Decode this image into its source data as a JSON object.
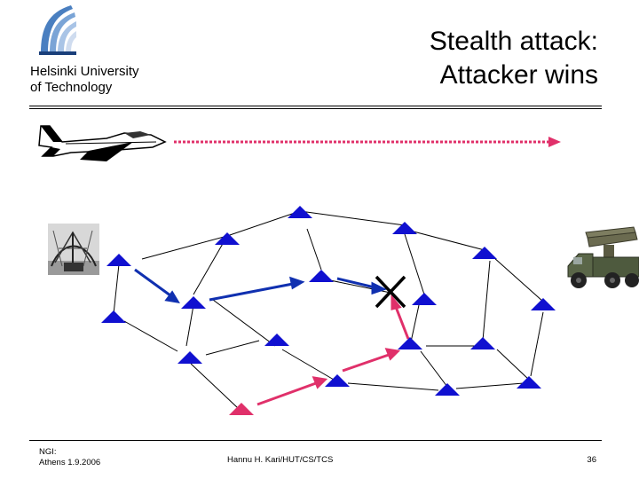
{
  "header": {
    "university_line1": "Helsinki University",
    "university_line2": "of Technology",
    "title_line1": "Stealth attack:",
    "title_line2": "Attacker wins"
  },
  "footer": {
    "left_line1": "NGI:",
    "left_line2": "Athens 1.9.2006",
    "center": "Hannu H. Kari/HUT/CS/TCS",
    "page_number": "36"
  },
  "icons": {
    "logo": "hut-logo-icon",
    "aircraft": "fighter-jet-icon",
    "radar": "radar-antenna-icon",
    "launcher": "rocket-launcher-truck-icon",
    "blocked": "x-mark-icon"
  },
  "colors": {
    "sensor_node": "#1010d0",
    "attacker_node": "#e0306a",
    "intrusion_path": "#e0306a",
    "alert_path": "#1030b0",
    "link": "#000000"
  }
}
